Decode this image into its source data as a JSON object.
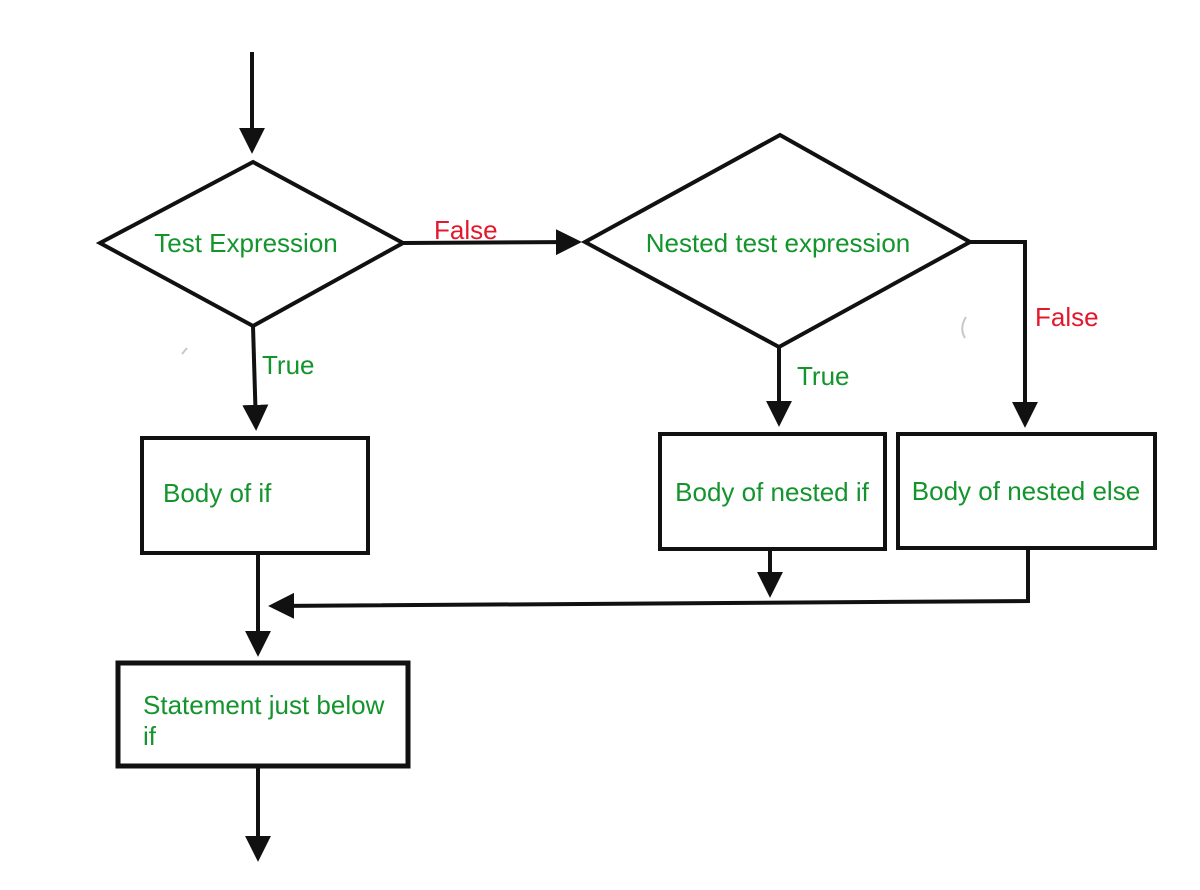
{
  "diagram": {
    "type": "flowchart",
    "colors": {
      "text_green": "#13942d",
      "label_red": "#e4182c",
      "line_black": "#111111"
    },
    "nodes": {
      "test_expression": {
        "type": "decision",
        "label": "Test Expression"
      },
      "nested_test_expression": {
        "type": "decision",
        "label": "Nested test expression"
      },
      "body_of_if": {
        "type": "process",
        "label": "Body of if"
      },
      "body_of_nested_if": {
        "type": "process",
        "label": "Body of nested if"
      },
      "body_of_nested_else": {
        "type": "process",
        "label": "Body of nested else"
      },
      "statement_below_if": {
        "type": "process",
        "label": "Statement just below if",
        "lines": [
          "Statement just below",
          "if"
        ]
      }
    },
    "edges": {
      "test_true": {
        "label": "True",
        "from": "test_expression",
        "to": "body_of_if"
      },
      "test_false": {
        "label": "False",
        "from": "test_expression",
        "to": "nested_test_expression"
      },
      "nested_true": {
        "label": "True",
        "from": "nested_test_expression",
        "to": "body_of_nested_if"
      },
      "nested_false": {
        "label": "False",
        "from": "nested_test_expression",
        "to": "body_of_nested_else"
      }
    }
  }
}
